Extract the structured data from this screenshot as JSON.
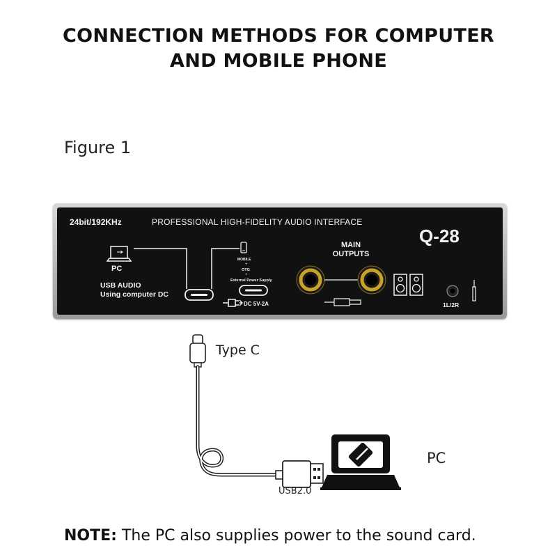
{
  "heading": {
    "line1": "CONNECTION METHODS FOR COMPUTER",
    "line2": "AND MOBILE PHONE"
  },
  "figure_label": "Figure 1",
  "device": {
    "spec": "24bit/192KHz",
    "description": "PROFESSIONAL HIGH-FIDELITY AUDIO INTERFACE",
    "model": "Q-28",
    "pc_label": "PC",
    "usb_audio_label": "USB AUDIO",
    "using_label": "Using computer DC",
    "mobile_label": "MOBILE",
    "plus_label": "+",
    "otg_label": "OTG",
    "external_power_label": "External Power Supply",
    "dc_label": "DC 5V-2A",
    "main_label": "MAIN",
    "outputs_label": "OUTPUTS",
    "lr_label": "1L/2R"
  },
  "connection": {
    "type_c_label": "Type C",
    "pc_label": "PC",
    "usb_label": "USB2.0"
  },
  "note": {
    "prefix": "NOTE:",
    "text": " The PC also supplies power to the sound card."
  },
  "colors": {
    "panel": "#111111",
    "frame": "#bdbdbd",
    "jack_gold": "#c9a227"
  }
}
